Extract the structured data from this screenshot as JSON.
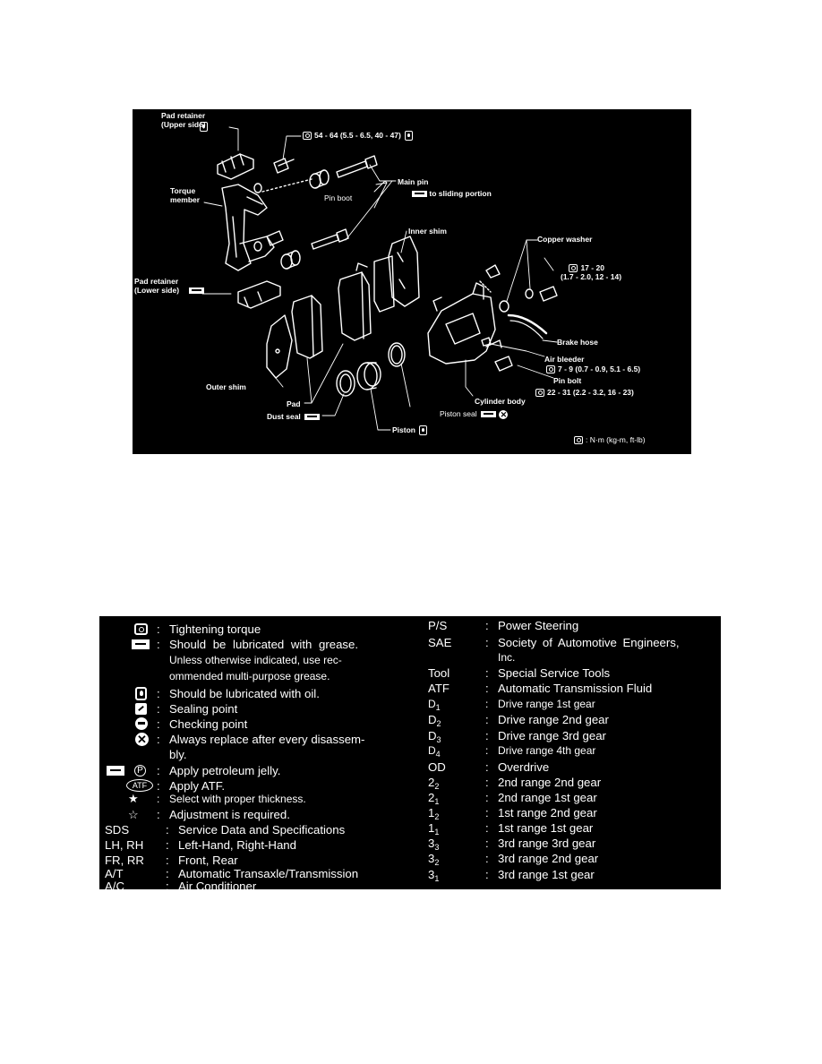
{
  "diagram": {
    "labels": {
      "pad_retainer_upper": "Pad retainer\n(Upper side)",
      "torque_main": "54 - 64 (5.5 - 6.5, 40 - 47)",
      "torque_member": "Torque\nmember",
      "pin_boot": "Pin boot",
      "main_pin": "Main pin",
      "to_sliding_portion": "to sliding portion",
      "inner_shim": "Inner shim",
      "copper_washer": "Copper washer",
      "torque_hose": "17 - 20\n(1.7 - 2.0, 12 - 14)",
      "pad_retainer_lower": "Pad retainer\n(Lower side)",
      "brake_hose": "Brake hose",
      "air_bleeder": "Air bleeder",
      "torque_bleeder": "7 - 9 (0.7 - 0.9, 5.1 - 6.5)",
      "pin_bolt": "Pin bolt",
      "outer_shim": "Outer shim",
      "cylinder_body": "Cylinder body",
      "torque_cylinder": "22 - 31 (2.2 - 3.2, 16 - 23)",
      "pad": "Pad",
      "piston_seal": "Piston seal",
      "dust_seal": "Dust seal",
      "piston": "Piston",
      "units": ": N·m (kg-m, ft-lb)"
    }
  },
  "legend": {
    "left": [
      {
        "icon": "torque-icon",
        "desc": "Tightening torque"
      },
      {
        "icon": "grease-icon",
        "desc": "Should be lubricated with grease."
      },
      {
        "icon": "",
        "desc": "Unless otherwise indicated, use rec-"
      },
      {
        "icon": "",
        "desc": "ommended multi-purpose grease."
      },
      {
        "icon": "oil-icon",
        "desc": "Should be lubricated with oil."
      },
      {
        "icon": "sealing-icon",
        "desc": "Sealing point"
      },
      {
        "icon": "checking-icon",
        "desc": "Checking point"
      },
      {
        "icon": "replace-icon",
        "desc": "Always replace after every disassem-"
      },
      {
        "icon": "",
        "desc": "bly."
      },
      {
        "icon": "petroleum-jelly-icon",
        "desc": "Apply petroleum jelly."
      },
      {
        "icon": "atf-icon",
        "desc": "Apply ATF."
      },
      {
        "icon": "star-icon",
        "desc": "Select with proper thickness."
      },
      {
        "icon": "star-outline-icon",
        "desc": "Adjustment is required."
      },
      {
        "key": "SDS",
        "desc": "Service Data and Specifications"
      },
      {
        "key": "LH, RH",
        "desc": "Left-Hand, Right-Hand"
      },
      {
        "key": "FR, RR",
        "desc": "Front, Rear"
      },
      {
        "key": "A/T",
        "desc": "Automatic Transaxle/Transmission"
      },
      {
        "key": "A/C",
        "desc": "Air Conditioner"
      }
    ],
    "right": [
      {
        "key": "P/S",
        "desc": "Power Steering"
      },
      {
        "key": "SAE",
        "desc": "Society  of  Automotive  Engineers,"
      },
      {
        "key": "",
        "desc": "Inc."
      },
      {
        "key": "Tool",
        "desc": "Special Service Tools"
      },
      {
        "key": "ATF",
        "desc": "Automatic Transmission Fluid"
      },
      {
        "key": "D",
        "sub": "1",
        "desc": "Drive range 1st gear"
      },
      {
        "key": "D",
        "sub": "2",
        "desc": "Drive range 2nd gear"
      },
      {
        "key": "D",
        "sub": "3",
        "desc": "Drive range 3rd gear"
      },
      {
        "key": "D",
        "sub": "4",
        "desc": "Drive range 4th gear"
      },
      {
        "key": "OD",
        "desc": "Overdrive"
      },
      {
        "key": "2",
        "sub": "2",
        "desc": "2nd range 2nd gear"
      },
      {
        "key": "2",
        "sub": "1",
        "desc": "2nd range 1st gear"
      },
      {
        "key": "1",
        "sub": "2",
        "desc": "1st range 2nd gear"
      },
      {
        "key": "1",
        "sub": "1",
        "desc": "1st range 1st gear"
      },
      {
        "key": "3",
        "sub": "3",
        "desc": "3rd range 3rd gear"
      },
      {
        "key": "3",
        "sub": "2",
        "desc": "3rd range 2nd gear"
      },
      {
        "key": "3",
        "sub": "1",
        "desc": "3rd range 1st gear"
      }
    ],
    "colon": ":",
    "p_symbol": "P",
    "atf_symbol": "ATF",
    "star": "★",
    "star_outline": "☆",
    "x_symbol": "✕"
  }
}
